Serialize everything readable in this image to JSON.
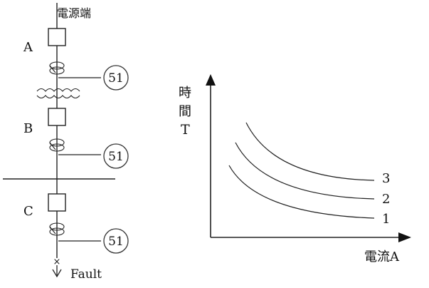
{
  "single_line": {
    "source_label": "電源端",
    "breakers": [
      {
        "label": "A",
        "relay": "51"
      },
      {
        "label": "B",
        "relay": "51"
      },
      {
        "label": "C",
        "relay": "51"
      }
    ],
    "fault_marker": "×",
    "fault_label": "Fault"
  },
  "curves": {
    "y_label_line1": "時",
    "y_label_line2": "間",
    "y_label_line3": "T",
    "x_label": "電流A",
    "labels": [
      "1",
      "2",
      "3"
    ]
  }
}
